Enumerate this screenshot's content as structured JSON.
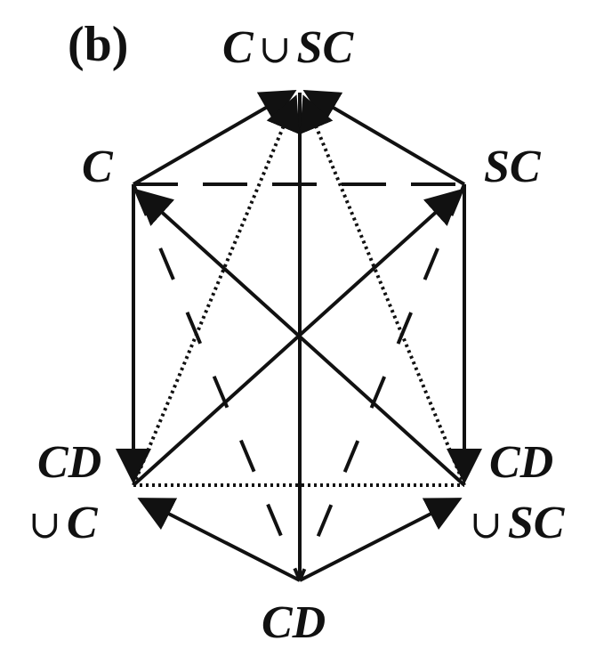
{
  "panel_label": "(b)",
  "nodes": {
    "top": {
      "prefix": "C",
      "union": "∪",
      "suffix": "SC"
    },
    "left_upper": "C",
    "right_upper": "SC",
    "left_lower": {
      "line1": "CD",
      "union": "∪",
      "line2": "C"
    },
    "right_lower": {
      "line1": "CD",
      "union": "∪",
      "line2": "SC"
    },
    "bottom": "CD"
  },
  "colors": {
    "stroke": "#111111",
    "background": "#ffffff"
  }
}
